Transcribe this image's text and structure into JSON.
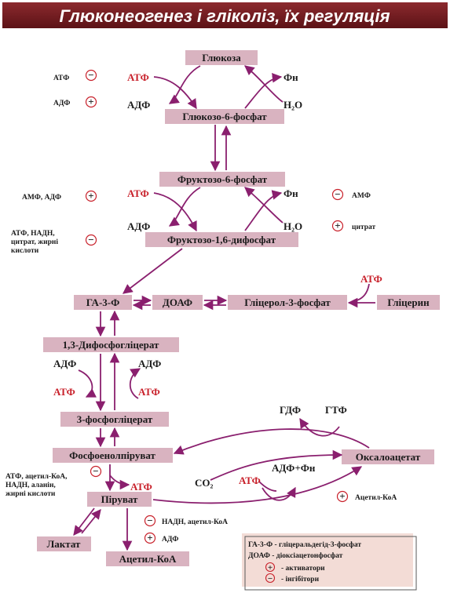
{
  "title": "Глюконеогенез і гліколіз, їх регуляція",
  "colors": {
    "arrow": "#8a1f6e",
    "box": "#d9b3c0",
    "red": "#c8202a",
    "header": "#6e1a1e",
    "legend_bg": "#f3dcd6"
  },
  "signs": {
    "plus": "+",
    "minus": "−"
  },
  "metabolites": {
    "glucose": "Глюкоза",
    "g6p": "Глюкозо-6-фосфат",
    "f6p": "Фруктозо-6-фосфат",
    "f16bp": "Фруктозо-1,6-дифосфат",
    "ga3p": "ГА-3-Ф",
    "dhap": "ДОАФ",
    "glycerol3p": "Гліцерол-3-фосфат",
    "glycerol": "Гліцерин",
    "bpg13": "1,3-Дифосфогліцерат",
    "pg3": "3-фосфогліцерат",
    "pep": "Фосфоенолпіруват",
    "pyruvate": "Піруват",
    "lactate": "Лактат",
    "acetylcoa": "Ацетил-КоА",
    "oxaloacetate": "Оксалоацетат"
  },
  "cofactors": {
    "atp": "АТФ",
    "adp": "АДФ",
    "pi": "Фн",
    "h2o": "H₂O",
    "gdp": "ГДФ",
    "gtp": "ГТФ",
    "co2": "CO₂",
    "adp_pi": "АДФ+Фн"
  },
  "regulators": {
    "hk_atp": "АТФ",
    "hk_adp": "АДФ",
    "pfk_amp_adp": "АМФ, АДФ",
    "pfk_inh_line1": "АТФ, НАДН,",
    "pfk_inh_line2": "цитрат, жирні",
    "pfk_inh_line3": "кислоти",
    "fbp_amp": "АМФ",
    "fbp_citrate": "цитрат",
    "pk_inh_line1": "АТФ, ацетил-КоА,",
    "pk_inh_line2": "НАДН, аланін,",
    "pk_inh_line3": "жирні кислоти",
    "pc_acetylcoa": "Ацетил-КоА",
    "pdh_inh": "НАДН, ацетил-КоА",
    "pdh_act": "АДФ"
  },
  "legend": {
    "ga3p_line": "ГА-3-Ф - гліцеральдегід-3-фосфат",
    "dhap_line": "ДОАФ - діоксіацетонфосфат",
    "activators": "- активатори",
    "inhibitors": "- інгібітори"
  }
}
